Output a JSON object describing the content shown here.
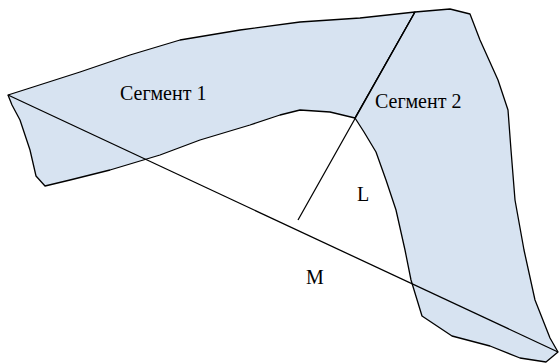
{
  "diagram": {
    "nodes": [
      {
        "text": [
          "Сегмент 1"
        ]
      },
      {
        "text": [
          "Сегмент 2"
        ]
      }
    ],
    "labels": [
      "L",
      "M"
    ]
  }
}
